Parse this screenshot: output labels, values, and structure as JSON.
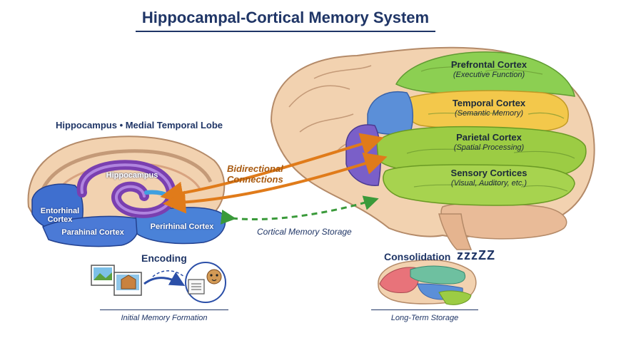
{
  "title": "Hippocampal-Cortical Memory System",
  "hippocampus_section": {
    "heading": "Hippocampus • Medial Temporal Lobe",
    "labels": {
      "hippocampus": "Hippocampus",
      "entorhinal": "Entorhinal Cortex",
      "parahinal": "Parahinal Cortex",
      "perirhinal": "Perirhinal Cortex"
    }
  },
  "connections": {
    "bidirectional": "Bidirectional Connections",
    "storage": "Cortical Memory Storage"
  },
  "cortex_regions": [
    {
      "name": "Prefrontal Cortex",
      "sub": "(Executive Function)"
    },
    {
      "name": "Temporal Cortex",
      "sub": "(Semantic Memory)"
    },
    {
      "name": "Parietal Cortex",
      "sub": "(Spatial Processing)"
    },
    {
      "name": "Sensory Cortices",
      "sub": "(Visual, Auditory, etc.)"
    }
  ],
  "stages": {
    "encoding": {
      "title": "Encoding",
      "caption": "Initial Memory Formation"
    },
    "consolidation": {
      "title": "Consolidation",
      "caption": "Long-Term Storage",
      "sleep": "zzzZZ"
    }
  },
  "colors": {
    "navy": "#1f3566",
    "orange_arrow": "#e07b1a",
    "green_arrow": "#3a9a3a",
    "prefrontal": "#8ccf52",
    "temporal": "#f3c84b",
    "parietal": "#9ccc44",
    "hippocampus": "#7a3fb0",
    "mtl_blue": "#3f6fcf"
  }
}
